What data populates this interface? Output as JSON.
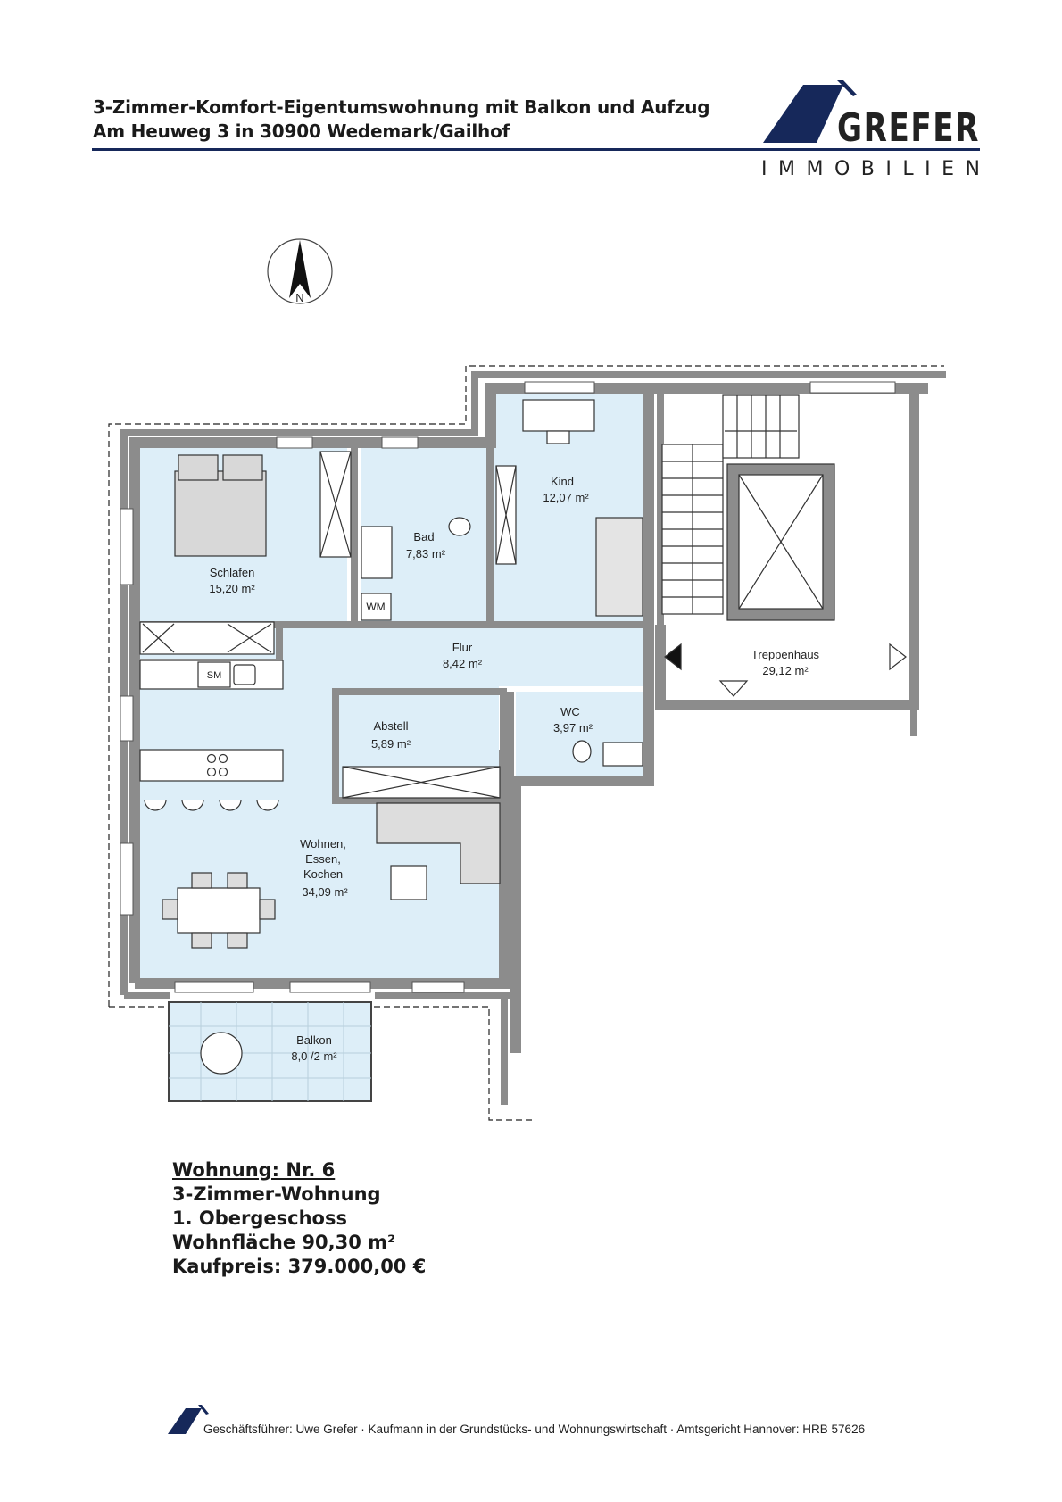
{
  "header": {
    "title": "3-Zimmer-Komfort-Eigentumswohnung mit Balkon und Aufzug",
    "address": "Am Heuweg 3 in 30900 Wedemark/Gailhof"
  },
  "logo": {
    "name": "GREFER",
    "subtitle": "IMMOBILIEN",
    "brand_color": "#16285a"
  },
  "compass": {
    "label": "N"
  },
  "rooms": [
    {
      "name": "Schlafen",
      "area": "15,20 m²"
    },
    {
      "name": "Bad",
      "area": "7,83 m²"
    },
    {
      "name": "Kind",
      "area": "12,07 m²"
    },
    {
      "name": "Flur",
      "area": "8,42 m²"
    },
    {
      "name": "Treppenhaus",
      "area": "29,12 m²"
    },
    {
      "name": "Abstell",
      "area": "5,89 m²"
    },
    {
      "name": "WC",
      "area": "3,97 m²"
    },
    {
      "name_lines": [
        "Wohnen,",
        "Essen,",
        "Kochen"
      ],
      "area": "34,09 m²"
    },
    {
      "name": "Balkon",
      "area": "8,0 /2 m²"
    }
  ],
  "appliances": {
    "washing_machine": "WM",
    "dishwasher": "SM"
  },
  "info": {
    "unit": "Wohnung: Nr. 6",
    "type": "3-Zimmer-Wohnung",
    "floor": "1. Obergeschoss",
    "living_area": "Wohnfläche 90,30 m²",
    "price": "Kaufpreis: 379.000,00 €"
  },
  "footer": {
    "text": "Geschäftsführer: Uwe Grefer · Kaufmann in der Grundstücks- und Wohnungswirtschaft · Amtsgericht Hannover: HRB 57626"
  },
  "colors": {
    "room_fill": "#ddeef8",
    "wall": "#8c8c8c",
    "brand": "#16285a"
  }
}
